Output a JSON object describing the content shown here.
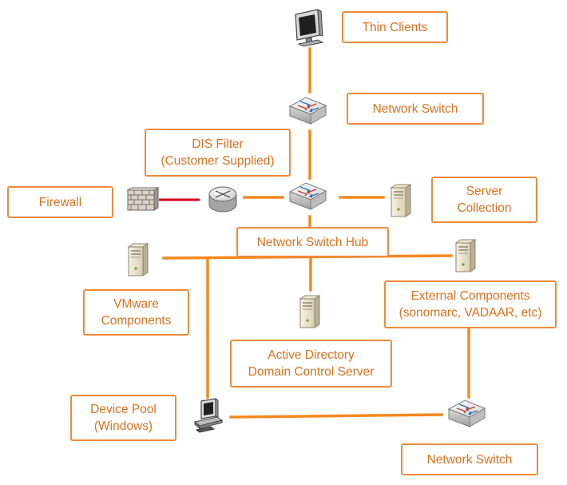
{
  "colors": {
    "wire": "#f7881f",
    "firewall_link": "#d9001b",
    "label_border": "#f08a3a",
    "label_text": "#e0701f"
  },
  "labels": {
    "thin_clients": [
      "Thin Clients"
    ],
    "network_switch_top": [
      "Network Switch"
    ],
    "dis_filter": [
      "DIS Filter",
      "(Customer Supplied)"
    ],
    "firewall": [
      "Firewall"
    ],
    "server_collection": [
      "Server",
      "Collection"
    ],
    "network_switch_hub": [
      "Network Switch Hub"
    ],
    "vmware_components": [
      "VMware",
      "Components"
    ],
    "external_components": [
      "External Components",
      "(sonomarc, VADAAR, etc)"
    ],
    "active_directory": [
      "Active Directory",
      "Domain Control Server"
    ],
    "device_pool": [
      "Device Pool",
      "(Windows)"
    ],
    "network_switch_bottom": [
      "Network Switch"
    ]
  },
  "icons": {
    "thin_client": "monitor-icon",
    "switch": "network-switch-icon",
    "router": "router-icon",
    "firewall": "firewall-icon",
    "server": "server-tower-icon",
    "workstation": "desktop-computer-icon"
  }
}
